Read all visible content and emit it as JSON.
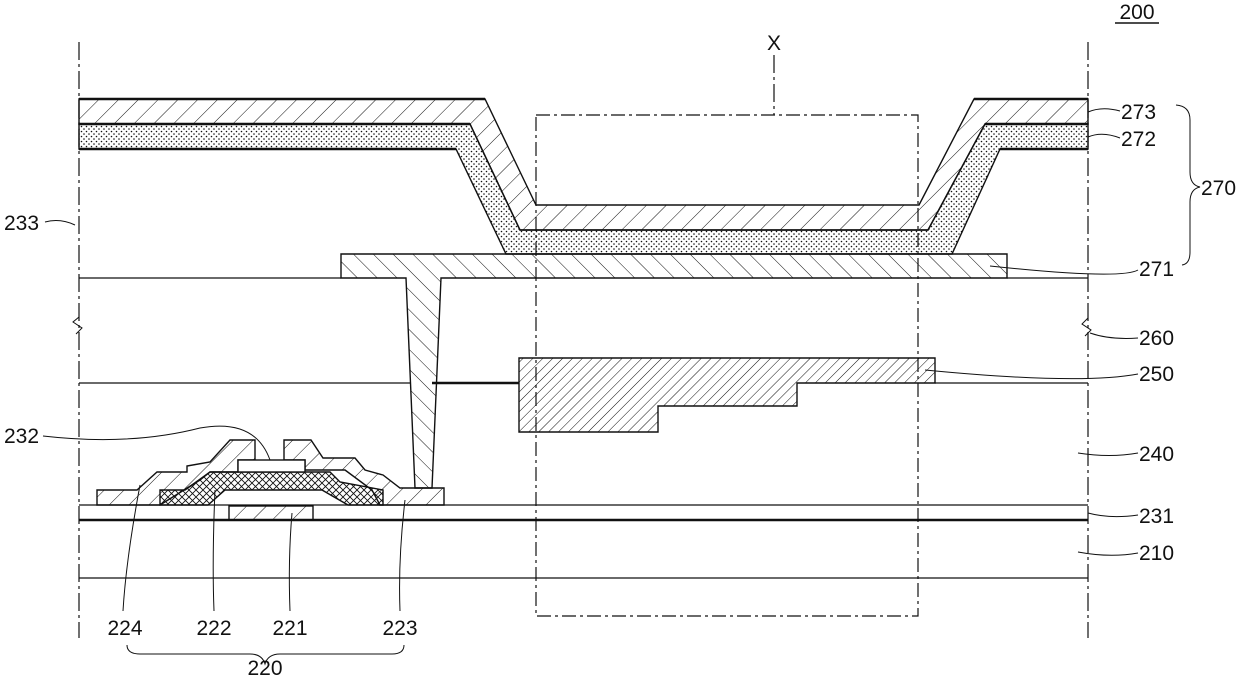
{
  "figure": {
    "number": "200",
    "region_label": "X"
  },
  "labels": {
    "l273": "273",
    "l272": "272",
    "l270": "270",
    "l233": "233",
    "l271": "271",
    "l260": "260",
    "l250": "250",
    "l232": "232",
    "l240": "240",
    "l231": "231",
    "l210": "210",
    "l224": "224",
    "l222": "222",
    "l221": "221",
    "l223": "223",
    "l220": "220"
  },
  "colors": {
    "stroke": "#111111",
    "background": "#ffffff"
  }
}
